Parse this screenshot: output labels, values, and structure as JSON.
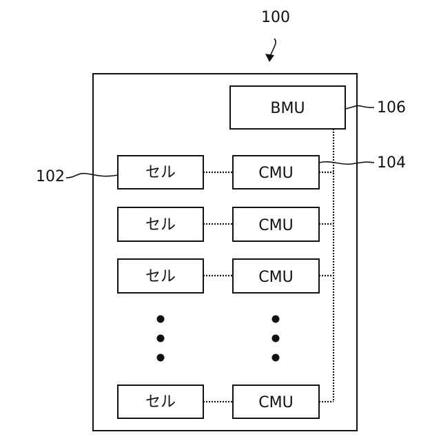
{
  "diagram": {
    "reference_numerals": {
      "device": "100",
      "cell": "102",
      "cmu": "104",
      "bmu": "106"
    },
    "bmu_label": "BMU",
    "rows": [
      {
        "cell_label": "セル",
        "cmu_label": "CMU"
      },
      {
        "cell_label": "セル",
        "cmu_label": "CMU"
      },
      {
        "cell_label": "セル",
        "cmu_label": "CMU"
      },
      {
        "cell_label": "セル",
        "cmu_label": "CMU"
      }
    ]
  }
}
